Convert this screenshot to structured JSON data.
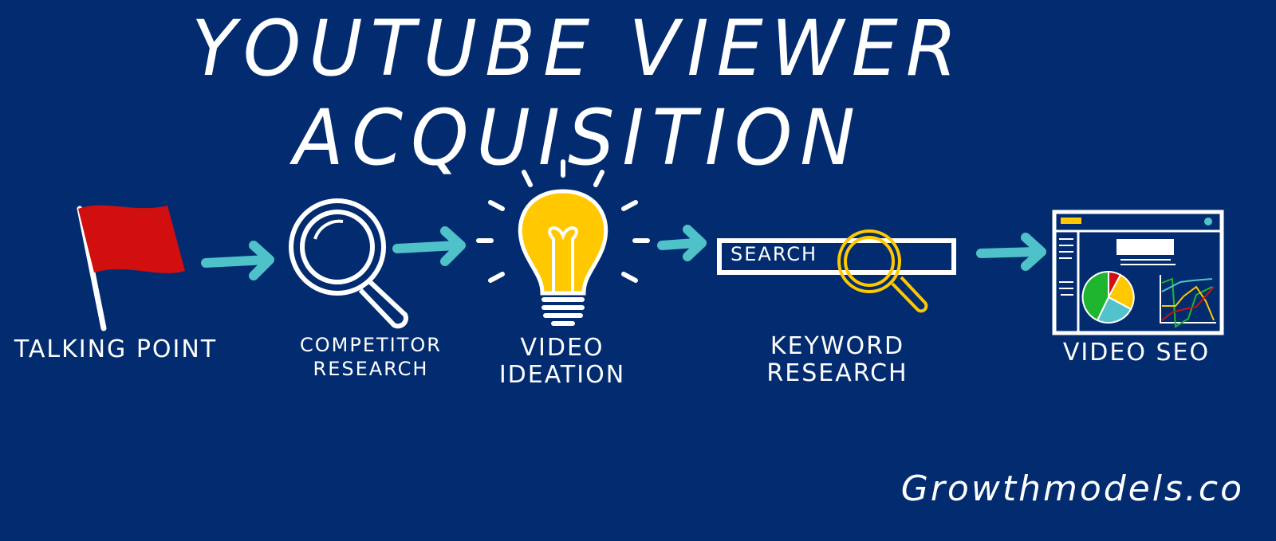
{
  "title": "YouTube Viewer Acquisition",
  "steps": [
    {
      "label": "Talking Point",
      "icon": "flag-icon"
    },
    {
      "label": "Competitor Research",
      "icon": "magnifier-icon"
    },
    {
      "label": "Video Ideation",
      "icon": "lightbulb-icon"
    },
    {
      "label": "Keyword Research",
      "icon": "search-bar-icon",
      "search_text": "SEARCH"
    },
    {
      "label": "Video SEO",
      "icon": "dashboard-icon"
    }
  ],
  "brand": "Growthmodels.co",
  "colors": {
    "background": "#022c6f",
    "arrow": "#4fc1c9",
    "flag": "#d10f0f",
    "bulb": "#ffc800",
    "pie_green": "#1fb52e",
    "pie_yellow": "#ffc800",
    "pie_cyan": "#52c3cc",
    "pie_red": "#d10f0f"
  }
}
